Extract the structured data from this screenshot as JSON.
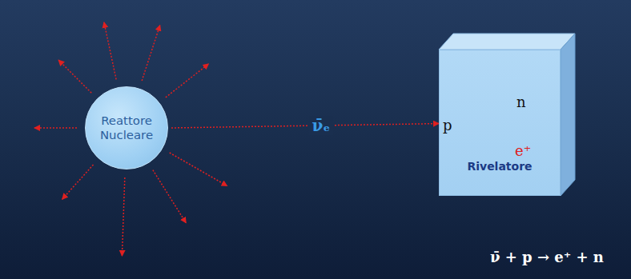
{
  "diagram": {
    "nodes": [
      {
        "text": [
          "Reattore Nucleare"
        ]
      },
      {
        "text": [
          "Rivelatore"
        ]
      }
    ],
    "edges": [
      {
        "from": 0,
        "to": 1,
        "arrow": "to",
        "label": "ν̄ₑ"
      }
    ],
    "labels": [
      "p",
      "n",
      "e⁺",
      "ν̄ + p → e⁺ + n"
    ]
  }
}
